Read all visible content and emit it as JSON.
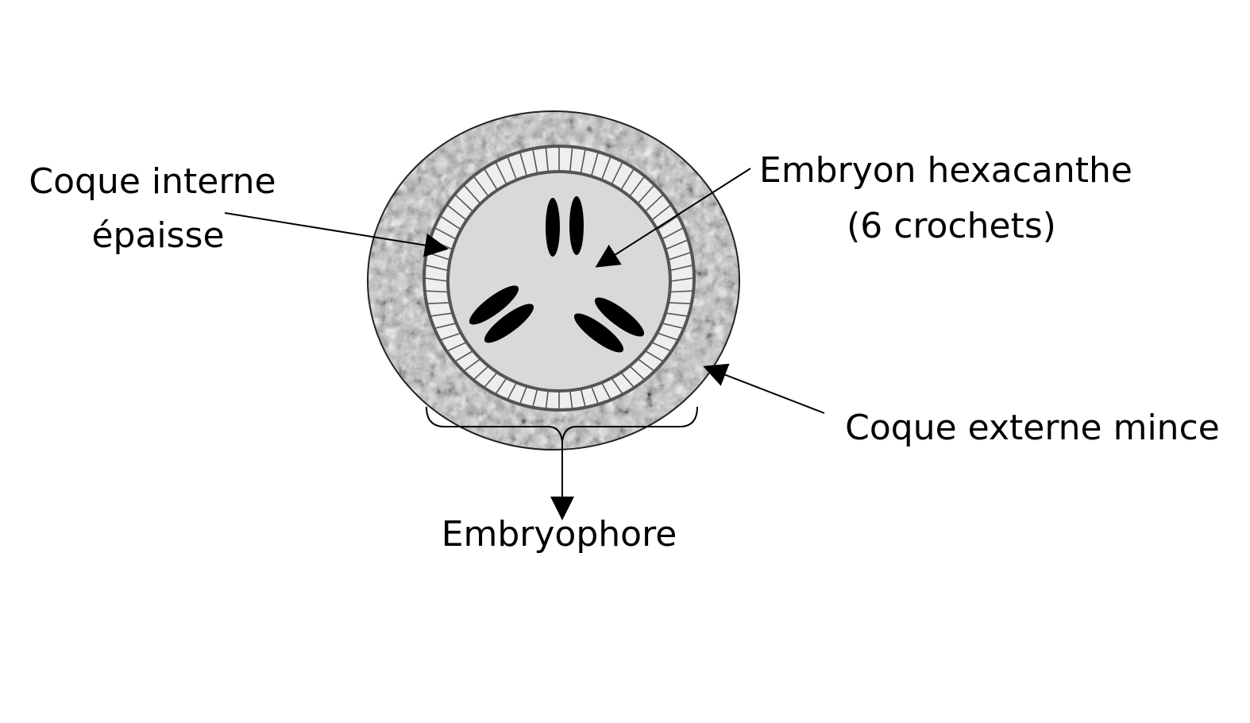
{
  "labels": {
    "inner_shell": [
      "Coque interne",
      "épaisse"
    ],
    "embryo": [
      "Embryon hexacanthe",
      "(6 crochets)"
    ],
    "outer_shell": "Coque externe mince",
    "embryophore": "Embryophore"
  },
  "colors": {
    "outer_shell_fill": "#b8b8b8",
    "outer_shell_speckle": "#6e6e6e",
    "striated_ring_fill": "#eeeeee",
    "embryo_fill": "#d9d9d9",
    "ring_stroke": "#555555",
    "hooks": "#000000",
    "text": "#000000"
  },
  "icons": {
    "hooks": "hook-icon",
    "arrows": "arrow-icon"
  }
}
